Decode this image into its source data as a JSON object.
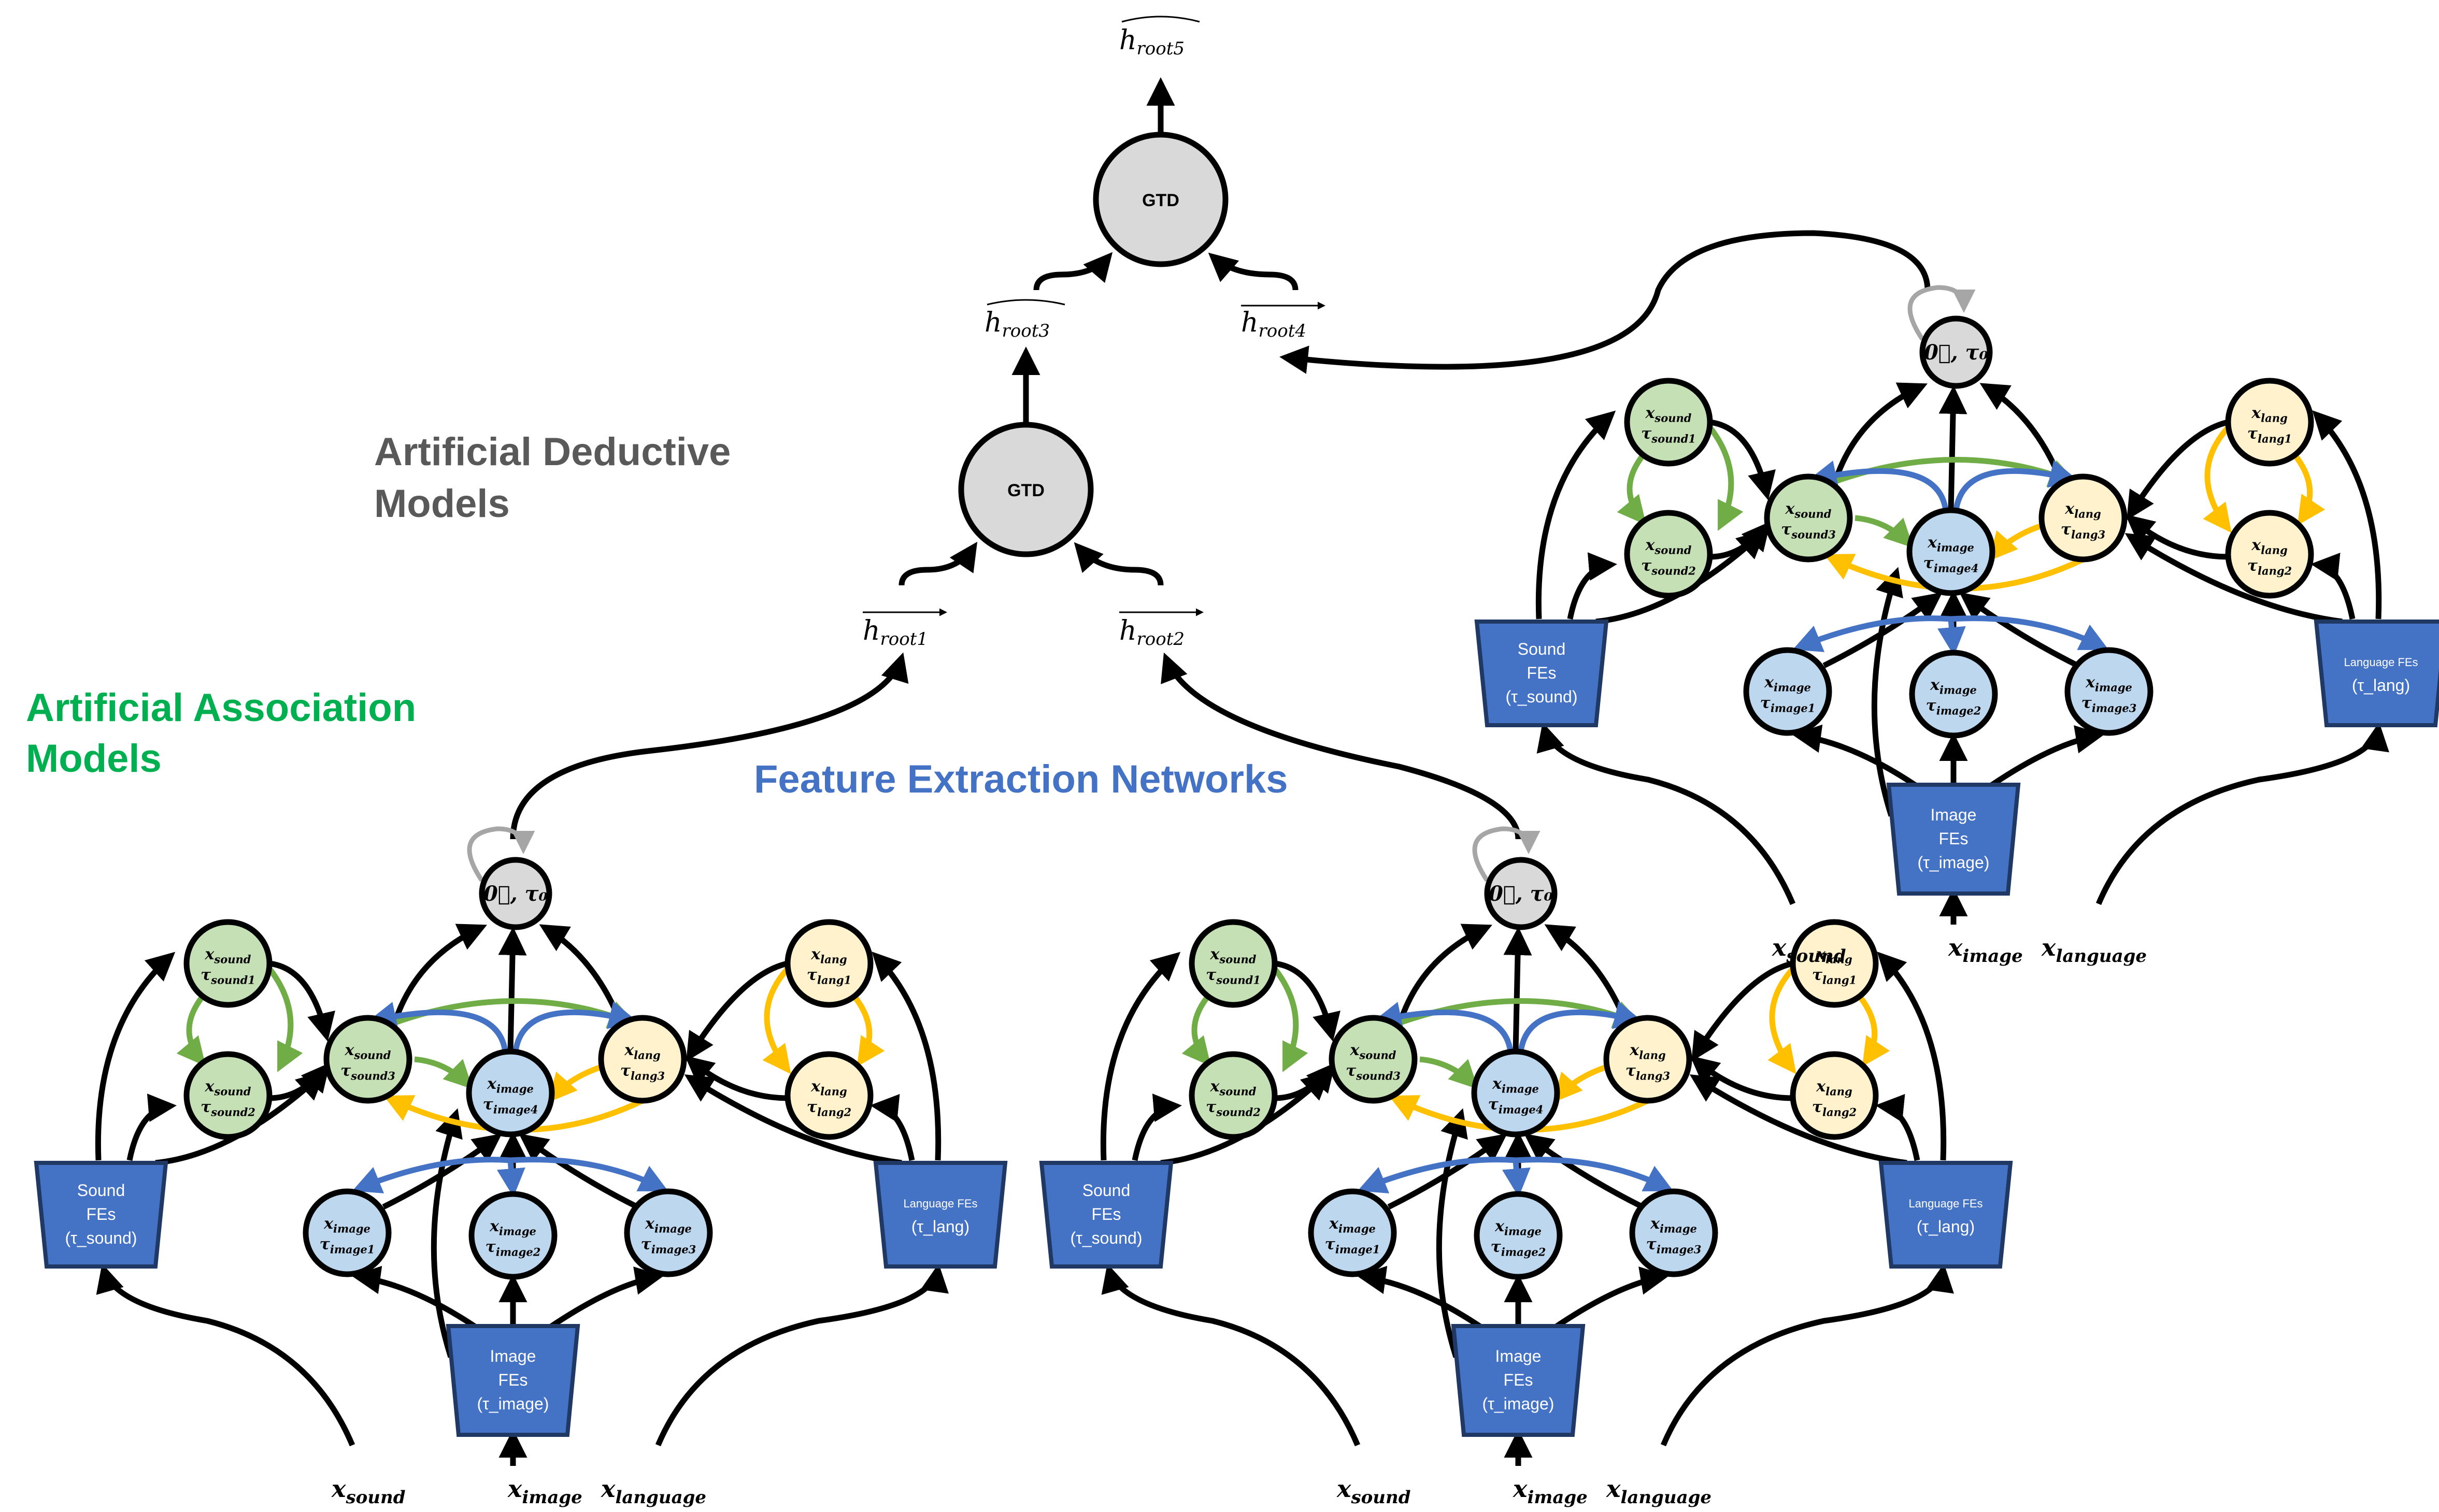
{
  "labels": {
    "deductive": [
      "Artificial Deductive",
      "Models"
    ],
    "association": [
      "Artificial Association",
      "Models"
    ],
    "feature": "Feature Extraction Networks"
  },
  "colors": {
    "deductive": "#595959",
    "association": "#00b050",
    "feature": "#4472c4",
    "green_fill": "#c5e0b4",
    "blue_fill": "#bdd7ee",
    "yellow_fill": "#fff2cc",
    "grey_fill": "#d9d9d9",
    "fe_fill": "#4472c4",
    "green_edge": "#70ad47",
    "blue_edge": "#4472c4",
    "yellow_edge": "#ffc000"
  },
  "gtd": {
    "top": "GTD",
    "mid": "GTD"
  },
  "roots": {
    "r5": "h_root5",
    "r3": "h_root3",
    "r4": "h_root4",
    "r1": "h_root1",
    "r2": "h_root2"
  },
  "modules": [
    {
      "id": "left",
      "root_node": "0⃗, τ₀",
      "nodes": {
        "sound1": [
          "x_sound",
          "τ_sound1"
        ],
        "sound2": [
          "x_sound",
          "τ_sound2"
        ],
        "sound3": [
          "x_sound",
          "τ_sound3"
        ],
        "image4": [
          "x_image",
          "τ_image4"
        ],
        "lang3": [
          "x_lang",
          "τ_lang3"
        ],
        "lang1": [
          "x_lang",
          "τ_lang1"
        ],
        "lang2": [
          "x_lang",
          "τ_lang2"
        ],
        "image1": [
          "x_image",
          "τ_image1"
        ],
        "image2": [
          "x_image",
          "τ_image2"
        ],
        "image3": [
          "x_image",
          "τ_image3"
        ]
      },
      "fe": {
        "sound": [
          "Sound",
          "FEs",
          "(τ_sound)"
        ],
        "lang": [
          "Language FEs",
          "(τ_lang)"
        ],
        "image": [
          "Image",
          "FEs",
          "(τ_image)"
        ]
      },
      "inputs": [
        "x_sound",
        "x_image",
        "x_language"
      ]
    },
    {
      "id": "middle",
      "root_node": "0⃗, τ₀",
      "nodes": {
        "sound1": [
          "x_sound",
          "τ_sound1"
        ],
        "sound2": [
          "x_sound",
          "τ_sound2"
        ],
        "sound3": [
          "x_sound",
          "τ_sound3"
        ],
        "image4": [
          "x_image",
          "τ_image4"
        ],
        "lang3": [
          "x_lang",
          "τ_lang3"
        ],
        "lang1": [
          "x_lang",
          "τ_lang1"
        ],
        "lang2": [
          "x_lang",
          "τ_lang2"
        ],
        "image1": [
          "x_image",
          "τ_image1"
        ],
        "image2": [
          "x_image",
          "τ_image2"
        ],
        "image3": [
          "x_image",
          "τ_image3"
        ]
      },
      "fe": {
        "sound": [
          "Sound",
          "FEs",
          "(τ_sound)"
        ],
        "lang": [
          "Language FEs",
          "(τ_lang)"
        ],
        "image": [
          "Image",
          "FEs",
          "(τ_image)"
        ]
      },
      "inputs": [
        "x_sound",
        "x_image",
        "x_language"
      ]
    },
    {
      "id": "right",
      "root_node": "0⃗, τ₀",
      "nodes": {
        "sound1": [
          "x_sound",
          "τ_sound1"
        ],
        "sound2": [
          "x_sound",
          "τ_sound2"
        ],
        "sound3": [
          "x_sound",
          "τ_sound3"
        ],
        "image4": [
          "x_image",
          "τ_image4"
        ],
        "lang3": [
          "x_lang",
          "τ_lang3"
        ],
        "lang1": [
          "x_lang",
          "τ_lang1"
        ],
        "lang2": [
          "x_lang",
          "τ_lang2"
        ],
        "image1": [
          "x_image",
          "τ_image1"
        ],
        "image2": [
          "x_image",
          "τ_image2"
        ],
        "image3": [
          "x_image",
          "τ_image3"
        ]
      },
      "fe": {
        "sound": [
          "Sound",
          "FEs",
          "(τ_sound)"
        ],
        "lang": [
          "Language FEs",
          "(τ_lang)"
        ],
        "image": [
          "Image",
          "FEs",
          "(τ_image)"
        ]
      },
      "inputs": [
        "x_sound",
        "x_image",
        "x_language"
      ]
    }
  ]
}
